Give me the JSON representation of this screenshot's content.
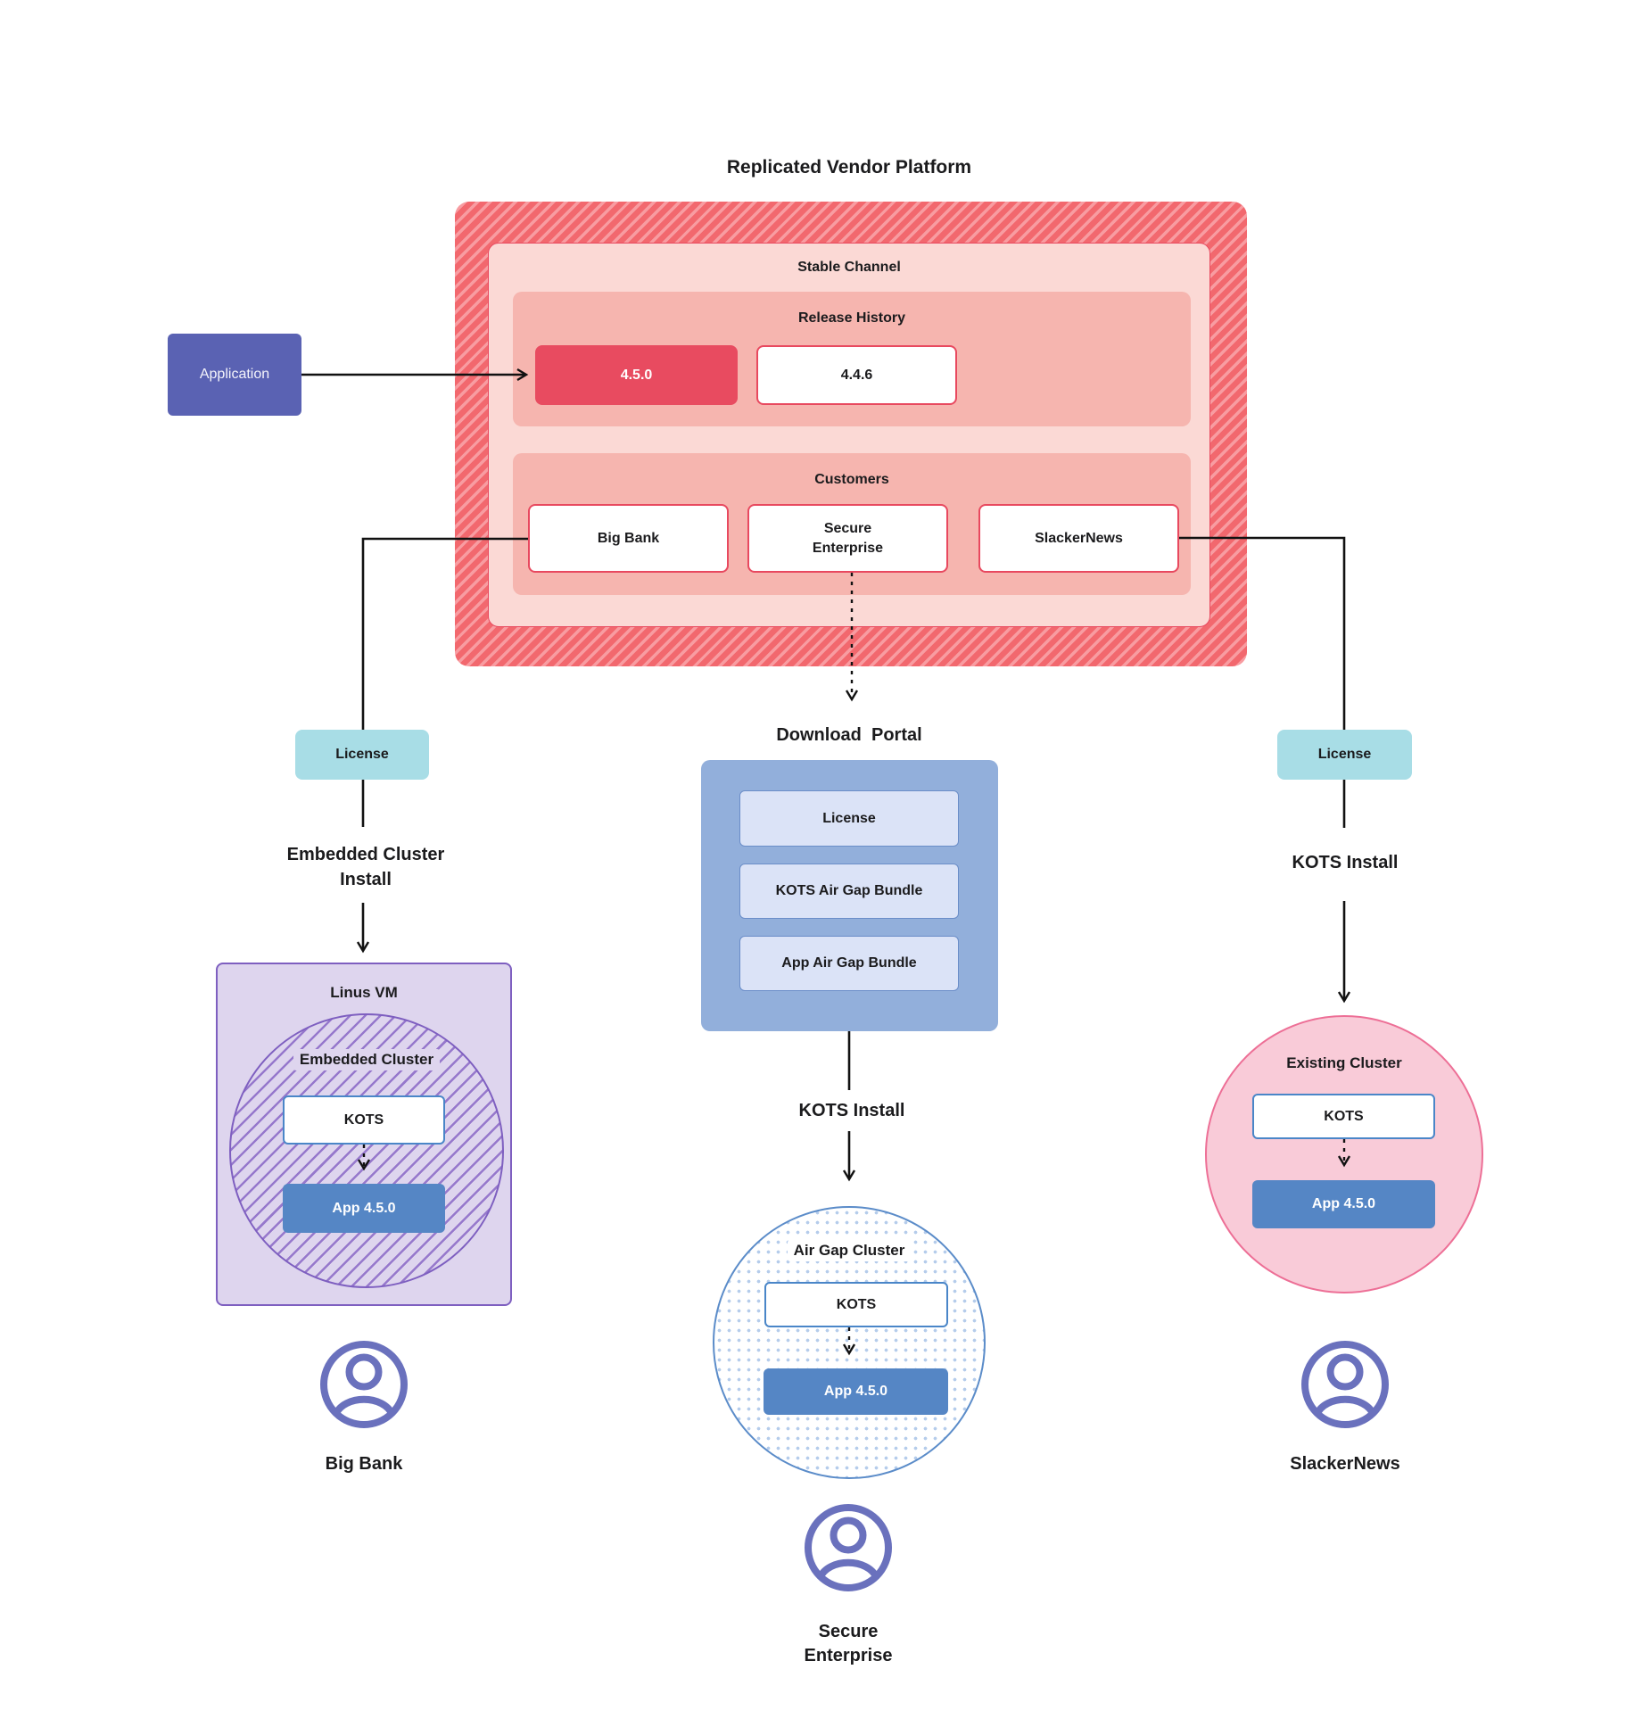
{
  "title": "Replicated Vendor Platform",
  "platform": {
    "stable_channel": "Stable Channel",
    "release_history": {
      "label": "Release History",
      "current_release": "4.5.0",
      "previous_release": "4.4.6"
    },
    "customers": {
      "label": "Customers",
      "big_bank": "Big Bank",
      "secure_enterprise": "Secure Enterprise",
      "slackernews": "SlackerNews"
    }
  },
  "application": {
    "label": "Application"
  },
  "big_bank_flow": {
    "license": "License",
    "install": "Embedded Cluster Install",
    "vm": {
      "label": "Linus VM",
      "cluster": "Embedded Cluster",
      "kots": "KOTS",
      "app": "App 4.5.0"
    },
    "customer": "Big Bank"
  },
  "secure_enterprise_flow": {
    "portal": {
      "title": "Download  Portal",
      "items": [
        "License",
        "KOTS Air Gap Bundle",
        "App Air Gap Bundle"
      ]
    },
    "install": "KOTS Install",
    "cluster": {
      "label": "Air Gap Cluster",
      "kots": "KOTS",
      "app": "App 4.5.0"
    },
    "customer": "Secure Enterprise"
  },
  "slackernews_flow": {
    "license": "License",
    "install": "KOTS Install",
    "cluster": {
      "label": "Existing Cluster",
      "kots": "KOTS",
      "app": "App 4.5.0"
    },
    "customer": "SlackerNews"
  },
  "colors": {
    "platform_red": "#e8495f",
    "hatch_red": "#f2686e",
    "salmon": "#f6b5af",
    "light_pink": "#fbd9d5",
    "indigo": "#5a62b3",
    "teal": "#a8dde6",
    "portal_blue": "#92afdb",
    "portal_item_blue": "#dbe3f7",
    "app_blue": "#5586c5",
    "kots_border_blue": "#4a86c8",
    "purple": "#7e5fc0",
    "lavender": "#ded5ee",
    "pink_fill": "#f9cbd8",
    "pink_border": "#ed6f96",
    "user_icon_indigo": "#6a71bd",
    "wire_black": "#111111"
  }
}
